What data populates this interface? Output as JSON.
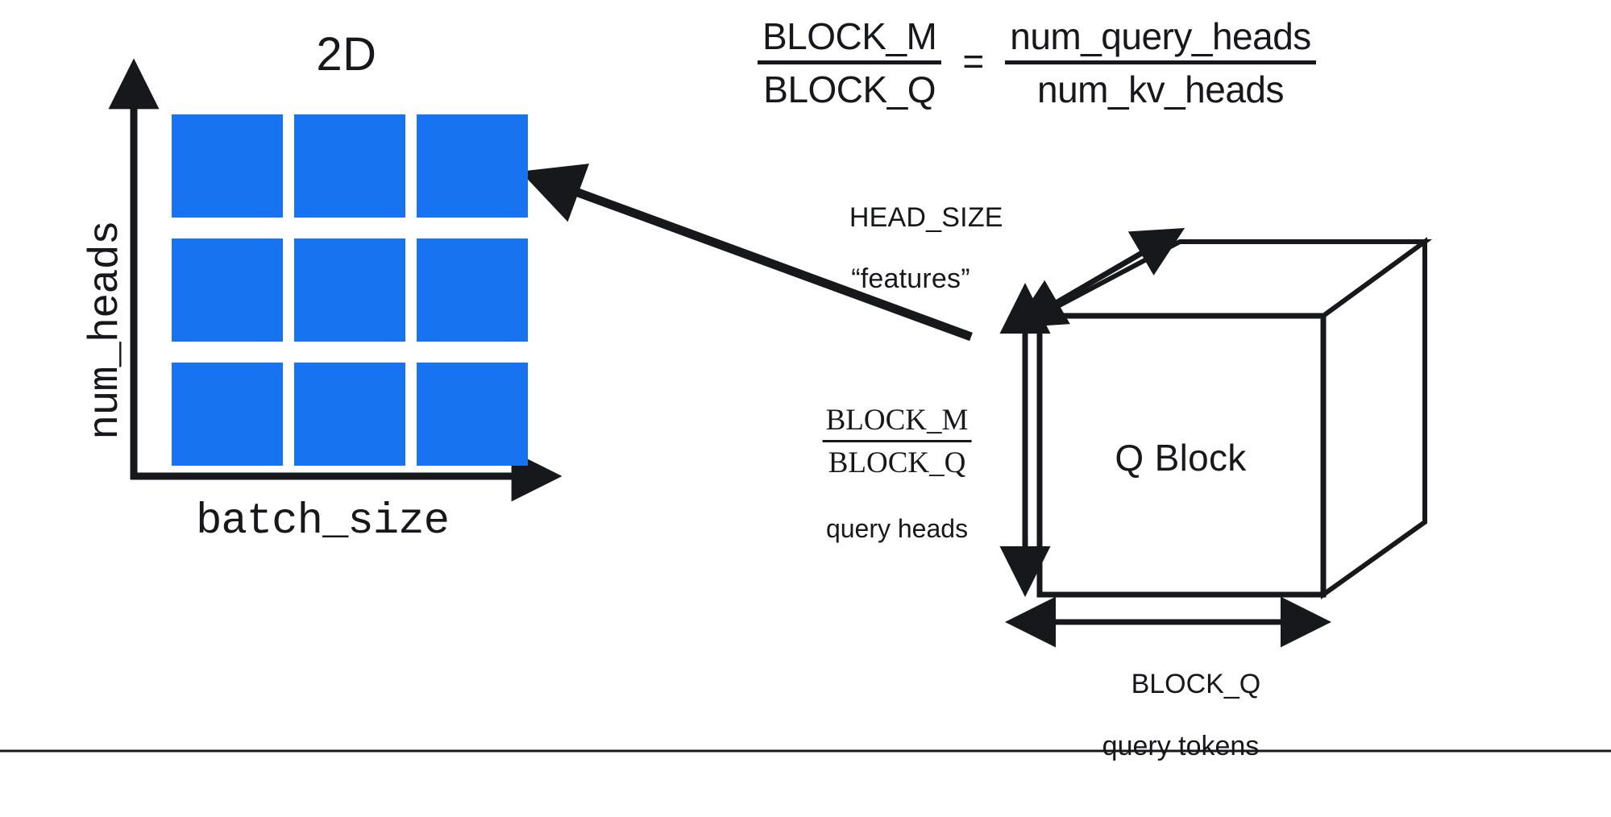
{
  "diagram": {
    "title_left": "2D",
    "axes": {
      "y_label": "num_heads",
      "x_label": "batch_size"
    },
    "equation": {
      "left_numerator": "BLOCK_M",
      "left_denominator": "BLOCK_Q",
      "operator": "=",
      "right_numerator": "num_query_heads",
      "right_denominator": "num_kv_heads"
    },
    "cube": {
      "face_label": "Q Block",
      "depth_label_line1": "HEAD_SIZE",
      "depth_label_line2": "“features”",
      "height_numerator": "BLOCK_M",
      "height_denominator": "BLOCK_Q",
      "height_caption": "query heads",
      "width_label_line1": "BLOCK_Q",
      "width_label_line2": "query tokens"
    },
    "colors": {
      "cell_blue": "#1873f0",
      "ink": "#16181c",
      "background": "#ffffff"
    },
    "grid": {
      "rows": 3,
      "cols": 3,
      "cells": [
        [
          1,
          1,
          1
        ],
        [
          1,
          1,
          1
        ],
        [
          1,
          1,
          1
        ]
      ]
    }
  }
}
